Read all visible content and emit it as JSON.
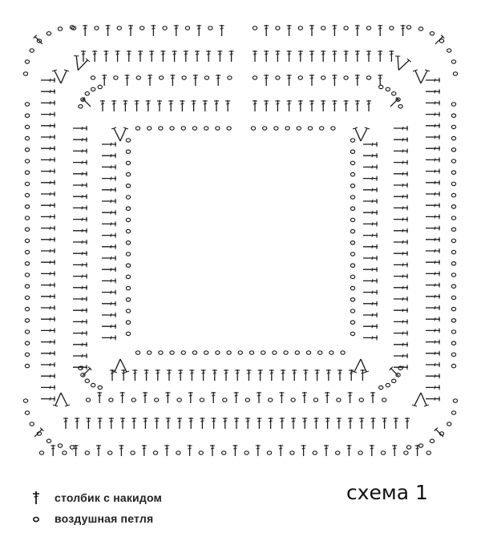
{
  "title": "схема 1",
  "legend": [
    {
      "symbol": "double-crochet-icon",
      "label": "столбик с накидом"
    },
    {
      "symbol": "chain-stitch-icon",
      "label": "воздушная петля"
    }
  ],
  "colors": {
    "ink": "#1a1a1a",
    "background": "#ffffff"
  }
}
